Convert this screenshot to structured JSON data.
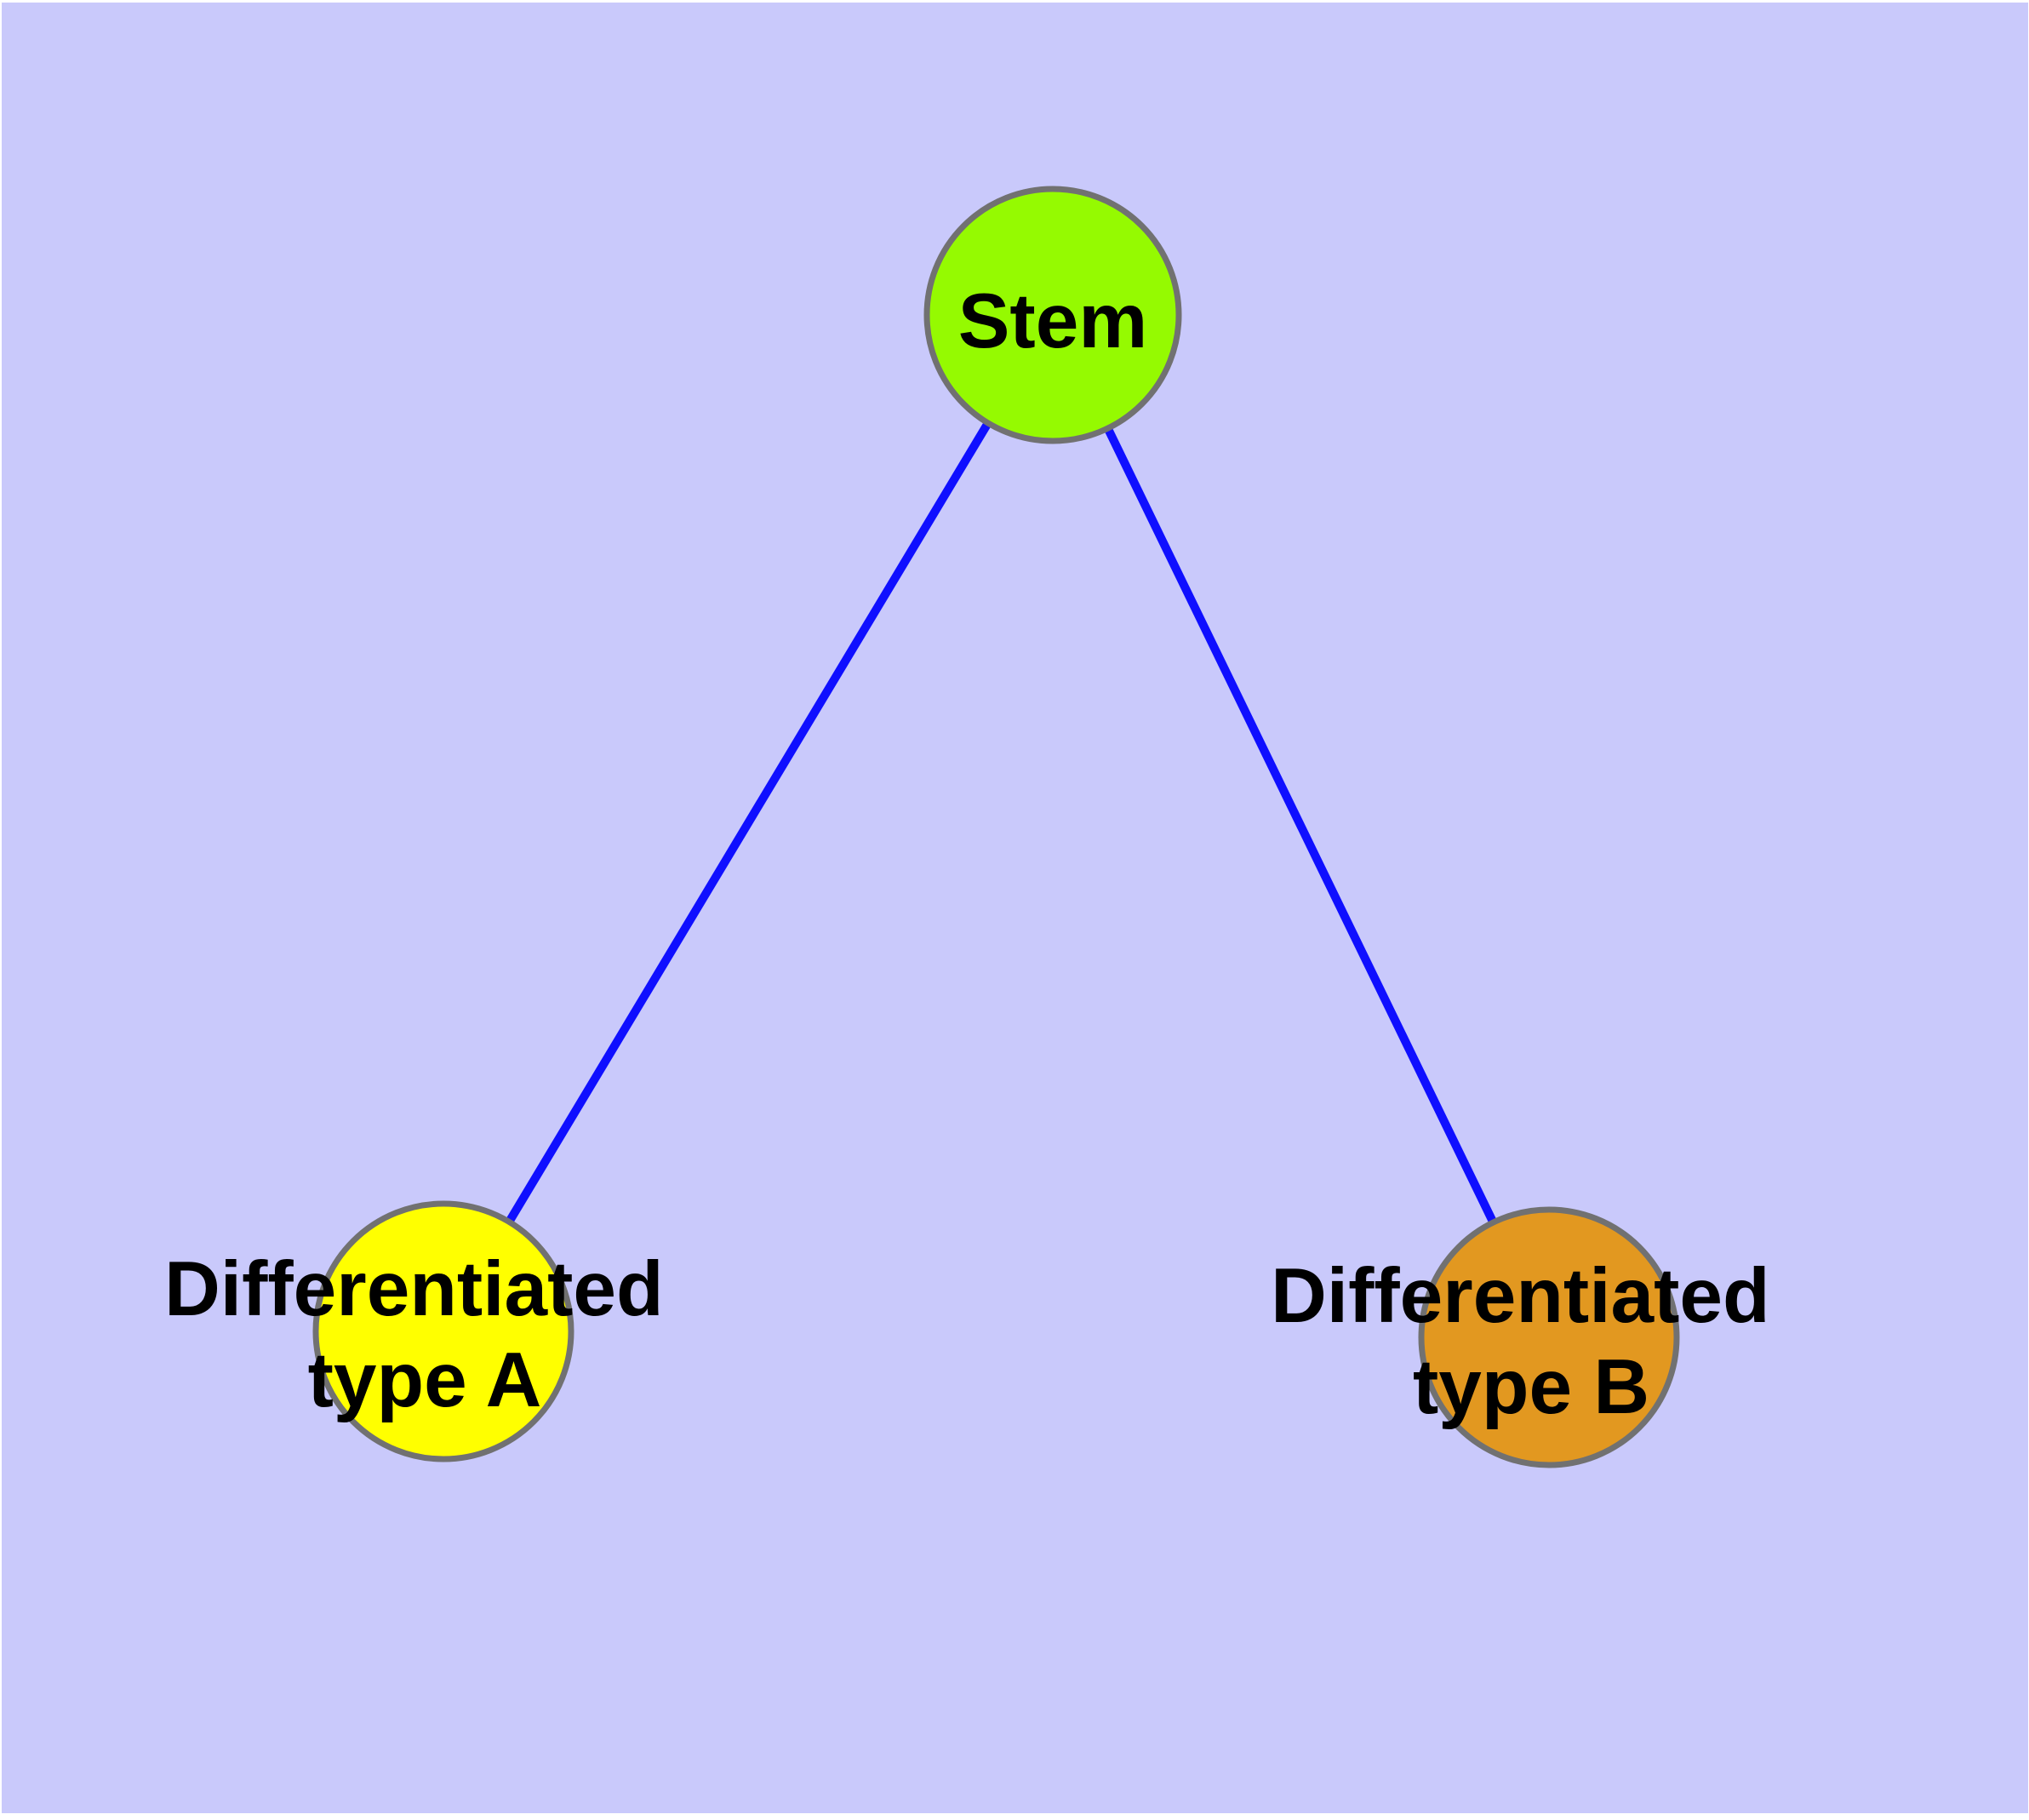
{
  "canvas": {
    "page_background": "#FFFFFF",
    "plot_background": "#C9C9FB"
  },
  "nodes": {
    "stem": {
      "label": "Stem",
      "fill": "#95FA01",
      "border": "#717171"
    },
    "type_a": {
      "label_line1": "Differentiated",
      "label_line2": "type A",
      "fill": "#FFFF00",
      "border": "#717171"
    },
    "type_b": {
      "label_line1": "Differentiated",
      "label_line2": "type B",
      "fill": "#E29820",
      "border": "#717171"
    }
  },
  "edges": {
    "color": "#0F0FFF",
    "items": [
      {
        "from": "Stem",
        "to": "Differentiated type A"
      },
      {
        "from": "Stem",
        "to": "Differentiated type B"
      }
    ]
  }
}
